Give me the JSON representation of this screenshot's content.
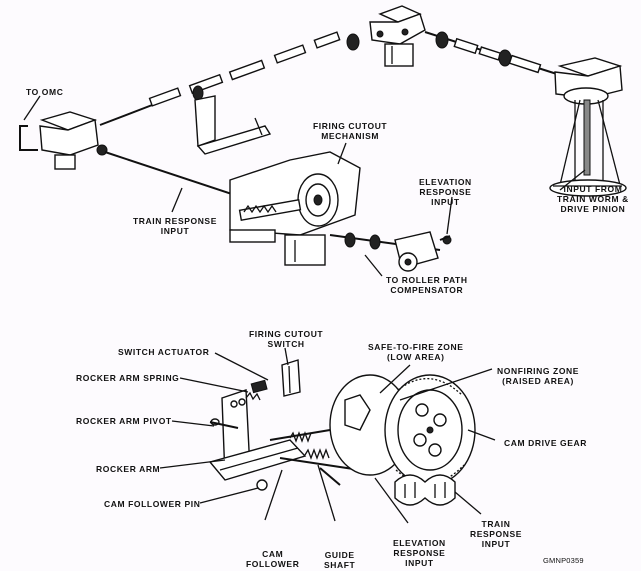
{
  "figure_id": "GMNP0359",
  "upper_diagram": {
    "labels": {
      "to_omc": "TO OMC",
      "firing_cutout_mechanism": "FIRING CUTOUT\nMECHANISM",
      "elevation_response_input": "ELEVATION\nRESPONSE\nINPUT",
      "input_from_train_worm": "INPUT FROM\nTRAIN WORM &\nDRIVE PINION",
      "train_response_input": "TRAIN RESPONSE\nINPUT",
      "to_roller_path_compensator": "TO ROLLER PATH\nCOMPENSATOR"
    }
  },
  "lower_diagram": {
    "labels": {
      "firing_cutout_switch": "FIRING CUTOUT\nSWITCH",
      "switch_actuator": "SWITCH ACTUATOR",
      "rocker_arm_spring": "ROCKER ARM SPRING",
      "rocker_arm_pivot": "ROCKER ARM PIVOT",
      "rocker_arm": "ROCKER ARM",
      "cam_follower_pin": "CAM FOLLOWER PIN",
      "cam_follower": "CAM\nFOLLOWER",
      "guide_shaft": "GUIDE\nSHAFT",
      "elevation_response_input": "ELEVATION\nRESPONSE\nINPUT",
      "train_response_input": "TRAIN\nRESPONSE\nINPUT",
      "safe_to_fire_zone": "SAFE-TO-FIRE ZONE\n(LOW AREA)",
      "nonfiring_zone": "NONFIRING ZONE\n(RAISED AREA)",
      "cam_drive_gear": "CAM DRIVE GEAR"
    }
  }
}
